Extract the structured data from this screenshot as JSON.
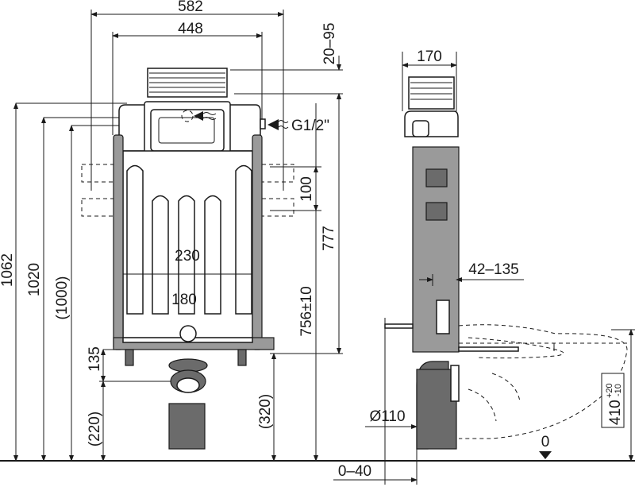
{
  "front_view": {
    "width_total": "582",
    "width_frame": "448",
    "flush_height": "20–95",
    "water_inlet": "G1/2\"",
    "height_total": "1062",
    "height_1020": "1020",
    "height_1000": "(1000)",
    "anchor_spacing": "100",
    "height_777": "777",
    "bolt_spacing_230": "230",
    "bolt_spacing_180": "180",
    "drain_height": "756±10",
    "foot_135": "135",
    "foot_220": "(220)",
    "foot_320": "(320)"
  },
  "side_view": {
    "depth": "170",
    "wall_distance": "42–135",
    "pipe_diameter": "Ø110",
    "offset": "0–40",
    "floor_level": "0",
    "seat_height": "410",
    "seat_tol_plus": "+20",
    "seat_tol_minus": "-10"
  },
  "colors": {
    "frame": "#9a9a9a",
    "line": "#1a1a1a"
  }
}
